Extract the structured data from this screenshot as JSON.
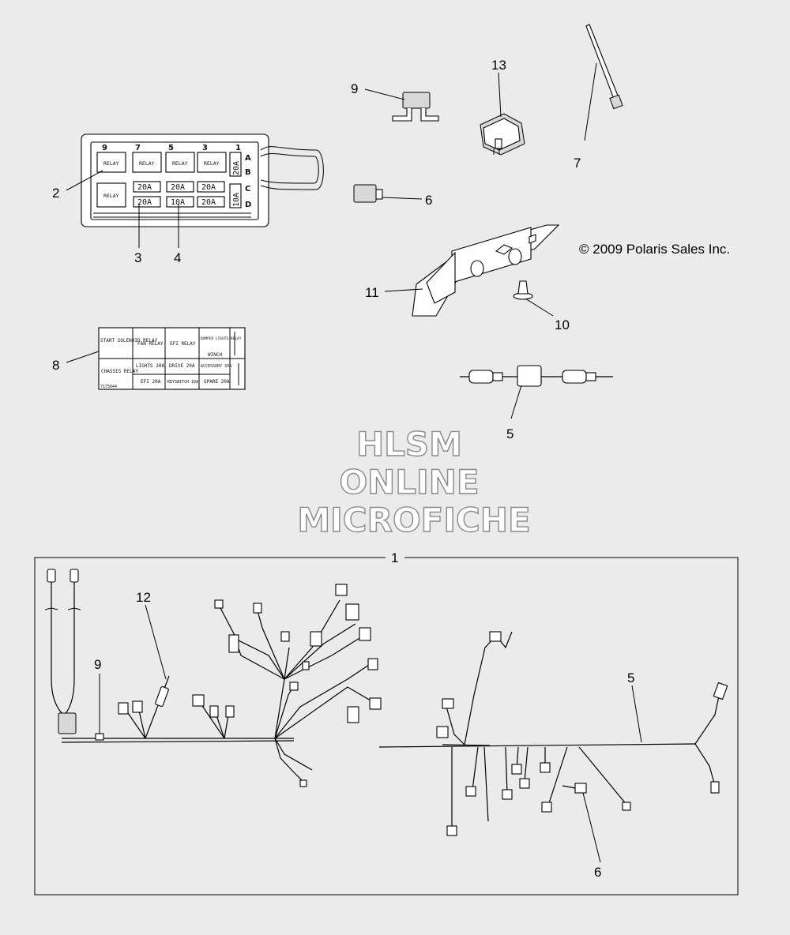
{
  "copyright": "© 2009 Polaris Sales Inc.",
  "watermark": {
    "line1": "HLSM",
    "line2": "ONLINE",
    "line3": "MICROFICHE"
  },
  "callouts": {
    "c1": "1",
    "c2": "2",
    "c3": "3",
    "c4": "4",
    "c5_top": "5",
    "c5_harness": "5",
    "c6_top": "6",
    "c6_harness": "6",
    "c7": "7",
    "c8": "8",
    "c9_top": "9",
    "c9_harness": "9",
    "c10": "10",
    "c11": "11",
    "c12": "12",
    "c13": "13"
  },
  "fuse_box": {
    "slots": [
      "9",
      "7",
      "5",
      "3",
      "1"
    ],
    "rows": [
      "A",
      "B",
      "C",
      "D"
    ],
    "relay_label": "RELAY",
    "fuses": {
      "f1": "20A",
      "f2": "20A",
      "f3": "20A",
      "f4": "20A",
      "f5": "10A",
      "f6": "20A",
      "side_top": "20A",
      "side_bottom": "10A"
    }
  },
  "decal": {
    "r1c1": "START SOLENOID RELAY",
    "r1c2": "FAN RELAY",
    "r1c3": "EFI RELAY",
    "r1c4": "BUMPER LIGHTS RELAY",
    "r1c4b": "WINCH",
    "r2c1": "CHASSIS RELAY",
    "r2c2a": "LIGHTS 20A",
    "r2c2b": "EFI 20A",
    "r2c3a": "DRIVE 20A",
    "r2c3b": "KEYSWITCH 10A",
    "r2c4a": "ACCESSORY 20A",
    "r2c4b": "SPARE 20A",
    "part_no": "7175044"
  }
}
